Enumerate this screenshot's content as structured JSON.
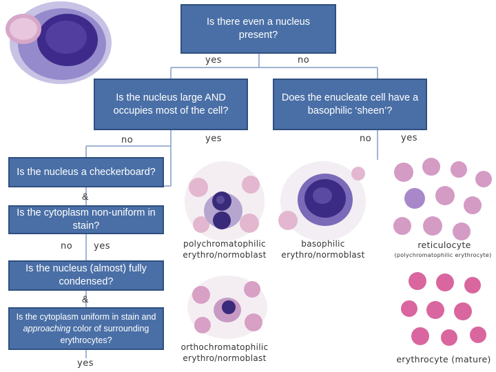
{
  "questions": {
    "q1": "Is there even a nucleus present?",
    "q2": "Is the nucleus large AND occupies most of the cell?",
    "q3": "Does the enucleate cell have a basophilic ‘sheen’?",
    "q4": "Is the nucleus a checkerboard?",
    "q5": "Is the cytoplasm non-uniform in stain?",
    "q6": "Is the nucleus (almost) fully condensed?",
    "q7_prefix": "Is the cytoplasm uniform in stain and ",
    "q7_emph": "approaching",
    "q7_suffix": " color of surrounding erythrocytes?"
  },
  "answers": {
    "q1_yes": "yes",
    "q1_no": "no",
    "q2_no": "no",
    "q2_yes": "yes",
    "q3_no": "no",
    "q3_yes": "yes",
    "q5_no": "no",
    "q5_yes": "yes",
    "q7_yes": "yes"
  },
  "connectors": {
    "amp1": "&",
    "amp2": "&"
  },
  "captions": {
    "polychromatophilic": "polychromatophilic erythro/normoblast",
    "basophilic": "basophilic erythro/normoblast",
    "reticulocyte": "reticulocyte",
    "reticulocyte_sub": "(polychromatophilic erythrocyte)",
    "orthochromatophilic": "orthochromatophilic erythro/normoblast",
    "erythrocyte": "erythrocyte (mature)"
  },
  "colors": {
    "box_fill": "#4a6fa6",
    "box_border": "#2f4f7f",
    "line": "#7f9bc4"
  }
}
